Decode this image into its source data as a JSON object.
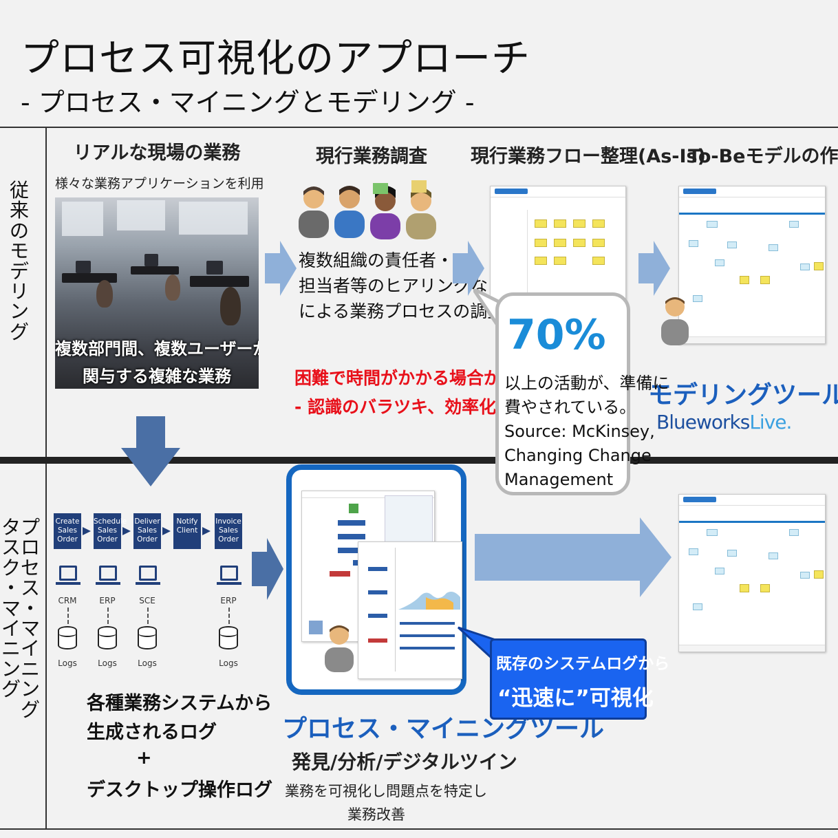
{
  "title": "プロセス可視化のアプローチ",
  "subtitle": "- プロセス・マイニングとモデリング -",
  "row1_label": [
    "従",
    "来",
    "の",
    "モ",
    "デ",
    "リ",
    "ン",
    "グ"
  ],
  "row2_label_a": [
    "プ",
    "ロ",
    "セ",
    "ス",
    "・",
    "マ",
    "イ",
    "ニ",
    "ン",
    "グ"
  ],
  "row2_label_b": [
    "タ",
    "ス",
    "ク",
    "・",
    "マ",
    "イ",
    "ニ",
    "ン",
    "グ"
  ],
  "col1": {
    "heading": "リアルな現場の業務",
    "sub": "様々な業務アプリケーションを利用",
    "photo_line1": "複数部門間、複数ユーザーが",
    "photo_line2": "関与する複雑な業務"
  },
  "col2": {
    "heading": "現行業務調査",
    "line1": "複数組織の責任者・",
    "line2": "担当者等のヒアリングなど",
    "line3": "による業務プロセスの調査",
    "red_line1": "困難で時間がかかる場合が、、",
    "red_line2": "- 認識のバラツキ、効率化自負等"
  },
  "col3": {
    "heading": "現行業務フロー整理(As-Is)"
  },
  "col4": {
    "heading": "To-Beモデルの作成",
    "tool": "モデリングツール",
    "logo_a": "Blueworks",
    "logo_b": "Live."
  },
  "bubble": {
    "pct": "70%",
    "l1": "以上の活動が、準備に",
    "l2": "費やされている。",
    "l3": "Source:  McKinsey,",
    "l4": "Changing Change",
    "l5": "Management"
  },
  "steps": [
    {
      "l1": "Create",
      "l2": "Sales Order",
      "sys": "CRM"
    },
    {
      "l1": "Schedule",
      "l2": "Sales Order",
      "sys": "ERP"
    },
    {
      "l1": "Deliver",
      "l2": "Sales Order",
      "sys": "SCE"
    },
    {
      "l1": "Notify",
      "l2": "Client",
      "sys": ""
    },
    {
      "l1": "Invoice",
      "l2": "Sales Order",
      "sys": "ERP"
    }
  ],
  "logs_label": "Logs",
  "row2_left": {
    "l1": "各種業務システムから",
    "l2": "生成されるログ",
    "plus": "+",
    "l3": "デスクトップ操作ログ"
  },
  "pm": {
    "title": "プロセス・マイニングツール",
    "sub": "発見/分析/デジタルツイン",
    "desc1": "業務を可視化し問題点を特定し",
    "desc2": "業務改善"
  },
  "callout": {
    "l1": "既存のシステムログから",
    "l2": "“迅速に”可視化"
  },
  "colors": {
    "accent_blue": "#1b5fbd",
    "arrow_blue": "#8fb0d9",
    "dark_arrow": "#4a6fa5",
    "red": "#e8101a"
  }
}
